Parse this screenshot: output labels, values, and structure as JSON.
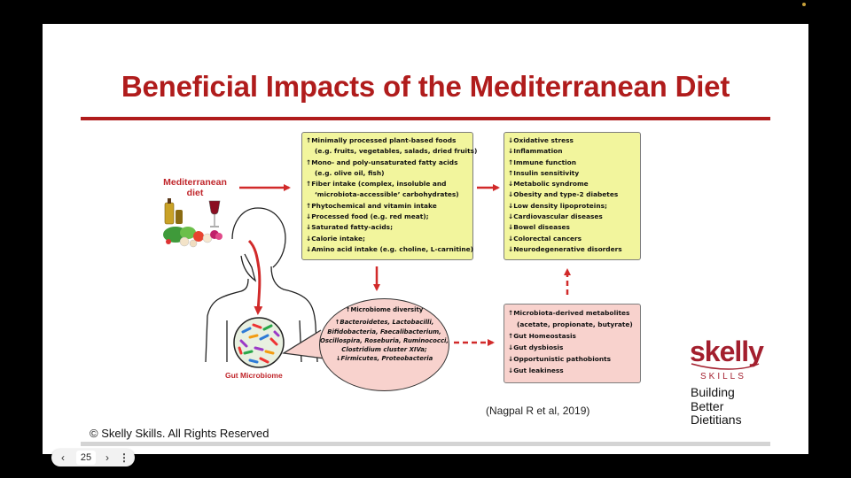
{
  "slide": {
    "title": "Beneficial Impacts of the Mediterranean Diet",
    "diet_label": [
      "Mediterranean",
      "diet"
    ],
    "gut_label": "Gut Microbiome",
    "box_food": [
      {
        "t": "↑Minimally processed plant-based foods",
        "i": false
      },
      {
        "t": "(e.g. fruits, vegetables, salads, dried fruits)",
        "i": true
      },
      {
        "t": "↑Mono- and poly-unsaturated fatty acids",
        "i": false
      },
      {
        "t": "(e.g. olive oil, fish)",
        "i": true
      },
      {
        "t": "↑Fiber intake (complex, insoluble and",
        "i": false
      },
      {
        "t": "‘microbiota-accessible’ carbohydrates)",
        "i": true
      },
      {
        "t": "↑Phytochemical and vitamin intake",
        "i": false
      },
      {
        "t": "↓Processed food (e.g. red meat);",
        "i": false
      },
      {
        "t": "↓Saturated fatty-acids;",
        "i": false
      },
      {
        "t": "↓Calorie intake;",
        "i": false
      },
      {
        "t": "↓Amino acid intake (e.g. choline, L-carnitine)",
        "i": false
      }
    ],
    "box_outcomes": [
      "↓Oxidative stress",
      "↓Inflammation",
      "↑Immune function",
      "↑Insulin sensitivity",
      "↓Metabolic syndrome",
      "↓Obesity and type-2 diabetes",
      "↓Low density lipoproteins;",
      "↓Cardiovascular diseases",
      "↓Bowel diseases",
      "↓Colorectal cancers",
      "↓Neurodegenerative disorders"
    ],
    "box_metabolites": [
      {
        "t": "↑Microbiota-derived metabolites",
        "i": false
      },
      {
        "t": "(acetate, propionate, butyrate)",
        "i": true
      },
      {
        "t": "↑Gut Homeostasis",
        "i": false
      },
      {
        "t": "↓Gut dysbiosis",
        "i": false
      },
      {
        "t": "↓Opportunistic pathobionts",
        "i": false
      },
      {
        "t": "↓Gut leakiness",
        "i": false
      }
    ],
    "oval_lines": [
      "↑Microbiome diversity",
      "",
      "↑Bacteroidetes, Lactobacilli,",
      "Bifidobacteria, Faecalibacterium,",
      "Oscillospira, Roseburia, Ruminococci,",
      "Clostridium cluster XIVa;",
      "↓Firmicutes, Proteobacteria"
    ],
    "citation": "(Nagpal R et al, 2019)",
    "copyright": "© Skelly Skills. All Rights Reserved",
    "logo": {
      "word": "skelly",
      "sub": "SKILLS",
      "tagline": [
        "Building",
        "Better",
        "Dietitians"
      ]
    }
  },
  "pager": {
    "page": "25",
    "prev_icon": "chevron-left-icon",
    "next_icon": "chevron-right-icon",
    "more_icon": "more-vertical-icon"
  },
  "colors": {
    "title_red": "#b01c1c",
    "arrow_red": "#d12a2a",
    "box_yellow": "#f2f59d",
    "box_pink": "#f8d2cd",
    "logo_red": "#a31f2e"
  }
}
